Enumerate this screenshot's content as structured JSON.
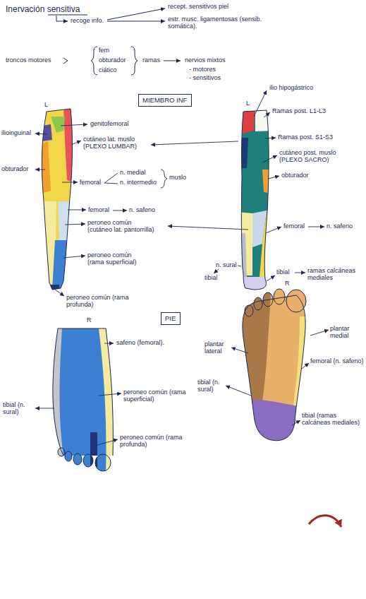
{
  "diagram": {
    "title": "Inervación sensitiva",
    "nodes": [
      {
        "text": [
          "MIEMBRO INF"
        ]
      },
      {
        "text": [
          "PIE"
        ]
      }
    ],
    "labels": [
      "recoge info.",
      "recept. sensitivos piel",
      "estr. musc. ligamentosas (sensib. somática).",
      "troncos motores",
      "fem",
      "obturador",
      "ciático",
      "ramas",
      "nervios mixtos",
      "- motores",
      "- sensitivos",
      "L",
      "L",
      "ilioinguinal",
      "genitofemoral",
      "cutáneo lat. muslo (PLEXO LUMBAR)",
      "obturador",
      "femoral",
      "n. medial",
      "n. intermedio",
      "muslo",
      "femoral",
      "n. safeno",
      "peroneo común (cutáneo lat. pantorrilla)",
      "peroneo común (rama superficial)",
      "peroneo común (rama profunda)",
      "ilio hipogástrico",
      "Ramas post. L1-L3",
      "Ramas post. S1-S3",
      "cutáneo post. muslo (PLEXO SACRO)",
      "obturador",
      "femoral",
      "n. safeno",
      "tibial",
      "n. sural",
      "tibial",
      "ramas calcáneas mediales",
      "R",
      "safeno (femoral).",
      "peroneo común (rama superficial)",
      "tibial (n. sural)",
      "peroneo común (rama profunda)",
      "R",
      "plantar medial",
      "plantar lateral",
      "femoral (n. safeno)",
      "tibial (n. sural)",
      "tibial (ramas calcáneas mediales)"
    ]
  }
}
